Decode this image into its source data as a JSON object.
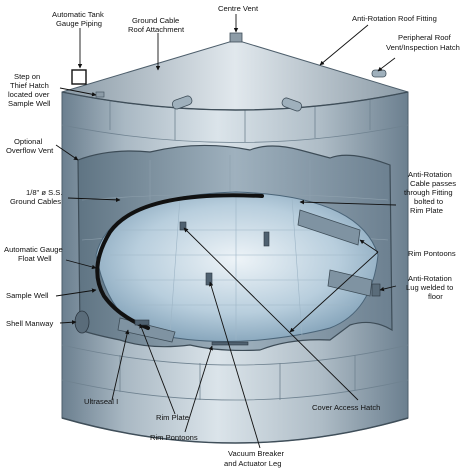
{
  "colors": {
    "shell_dark": "#6b7f8f",
    "shell_mid": "#9aaab6",
    "shell_light": "#dbe4ea",
    "roof": "#c9d3da",
    "liquid": "#8fb3cc",
    "leader": "#111111"
  },
  "labels": {
    "auto_tank_gauge_1": "Automatic Tank",
    "auto_tank_gauge_2": "Gauge Piping",
    "ground_cable_roof_1": "Ground Cable",
    "ground_cable_roof_2": "Roof Attachment",
    "centre_vent": "Centre Vent",
    "anti_rotation_roof": "Anti-Rotation Roof Fitting",
    "peripheral_vent_1": "Peripheral Roof",
    "peripheral_vent_2": "Vent/Inspection Hatch",
    "step_thief_1": "Step on",
    "step_thief_2": "Thief Hatch",
    "step_thief_3": "located over",
    "step_thief_4": "Sample Well",
    "overflow_1": "Optional",
    "overflow_2": "Overflow Vent",
    "ground_cables_1": "1/8\" ø S.S.",
    "ground_cables_2": "Ground Cables",
    "anti_rot_cable_1": "Anti-Rotation",
    "anti_rot_cable_2": "Cable passes",
    "anti_rot_cable_3": "through Fitting",
    "anti_rot_cable_4": "bolted to",
    "anti_rot_cable_5": "Rim Plate",
    "float_well_1": "Automatic Gauge",
    "float_well_2": "Float Well",
    "rim_pontoons_right": "Rim Pontoons",
    "sample_well": "Sample Well",
    "anti_rot_lug_1": "Anti-Rotation",
    "anti_rot_lug_2": "Lug welded to",
    "anti_rot_lug_3": "floor",
    "shell_manway": "Shell Manway",
    "ultraseal": "Ultraseal I",
    "rim_plate": "Rim Plate",
    "cover_access": "Cover Access Hatch",
    "rim_pontoons_bottom": "Rim Pontoons",
    "vacuum_1": "Vacuum Breaker",
    "vacuum_2": "and Actuator Leg"
  }
}
